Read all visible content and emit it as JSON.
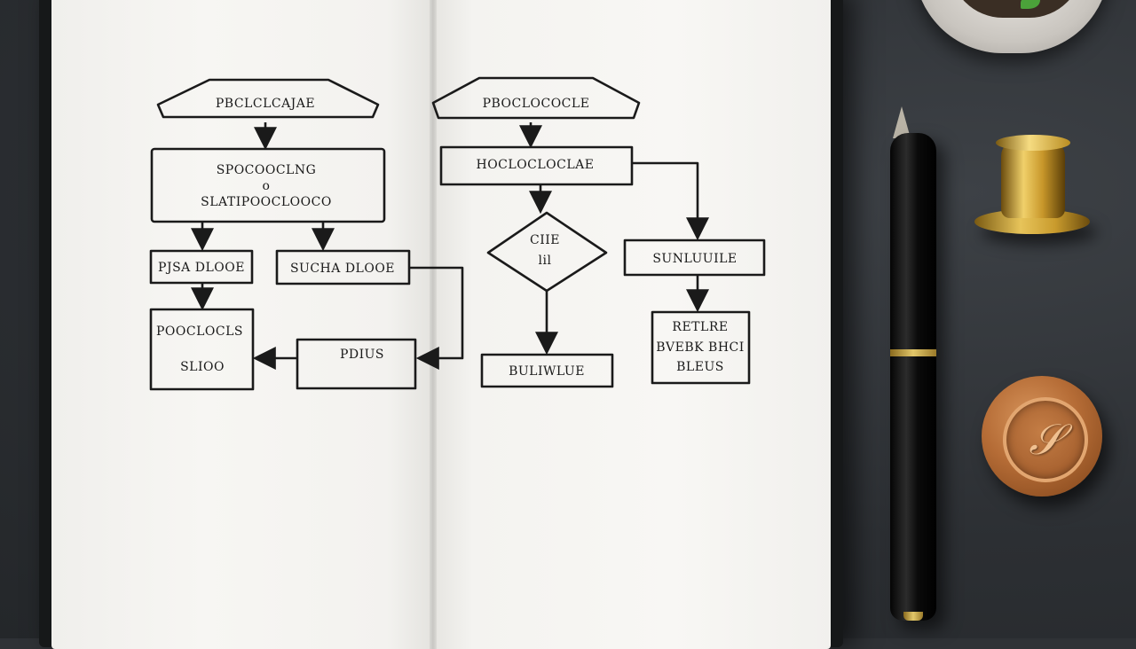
{
  "flowchart": {
    "left": {
      "start": "PBCLCLCAJAE",
      "process_line1": "SPOCOOCLNG",
      "process_line2": "o",
      "process_line3": "SLATIPOOCLOOCO",
      "branch_a": "PJSA DLOOE",
      "branch_b": "SUCHA DLOOE",
      "result_line1": "POOCLOCLS",
      "result_line2": "SLIOO",
      "merge": "PDIUS"
    },
    "right": {
      "start": "PBOCLOCOCLE",
      "process": "HOCLOCLOCLAE",
      "decision_line1": "CIIE",
      "decision_line2": "lil",
      "side": "SUNLUUILE",
      "end": "BULIWLUE",
      "note_line1": "RETLRE",
      "note_line2": "BVEBK BHCI",
      "note_line3": "BLEUS"
    }
  },
  "colors": {
    "ink": "#1a1a1a",
    "paper": "#f4f3f0",
    "desk": "#2f3236",
    "brass": "#d9b24c",
    "wax": "#b56c36"
  },
  "props": [
    "fountain-pen",
    "brass-wax-stamp",
    "wax-seal",
    "potted-plant"
  ]
}
